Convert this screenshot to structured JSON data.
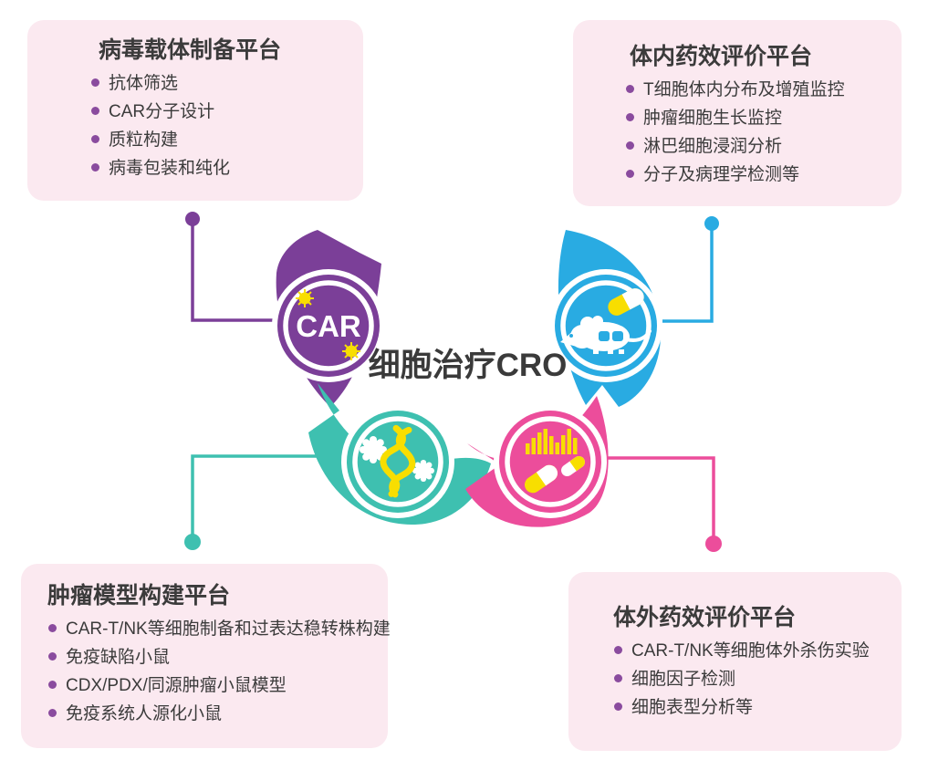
{
  "page": {
    "background": "#ffffff"
  },
  "center": {
    "title": "细胞治疗CRO"
  },
  "hub": {
    "car_label": "CAR"
  },
  "colors": {
    "purple": "#7b3f98",
    "blue": "#29abe2",
    "teal": "#3ec0b0",
    "pink": "#ec4d9b",
    "yellow": "#f8de00",
    "card_background": "#fbe9f0",
    "bullet_dot": "#8a4b9e",
    "text": "#3b3b3b"
  },
  "icons": {
    "viral_vector": "car-virus-icon",
    "in_vivo": "mouse-capsule-icon",
    "tumor_model": "dna-cell-icon",
    "in_vitro": "cytokine-bars-capsule-icon"
  },
  "cards": [
    {
      "id": "viral-vector-platform",
      "title": "病毒载体制备平台",
      "items": [
        "抗体筛选",
        "CAR分子设计",
        "质粒构建",
        "病毒包装和纯化"
      ]
    },
    {
      "id": "in-vivo-efficacy-platform",
      "title": "体内药效评价平台",
      "items": [
        "T细胞体内分布及增殖监控",
        "肿瘤细胞生长监控",
        "淋巴细胞浸润分析",
        "分子及病理学检测等"
      ]
    },
    {
      "id": "tumor-model-platform",
      "title": "肿瘤模型构建平台",
      "items": [
        "CAR-T/NK等细胞制备和过表达稳转株构建",
        "免疫缺陷小鼠",
        "CDX/PDX/同源肿瘤小鼠模型",
        "免疫系统人源化小鼠"
      ]
    },
    {
      "id": "in-vitro-efficacy-platform",
      "title": "体外药效评价平台",
      "items": [
        "CAR-T/NK等细胞体外杀伤实验",
        "细胞因子检测",
        "细胞表型分析等"
      ]
    }
  ]
}
